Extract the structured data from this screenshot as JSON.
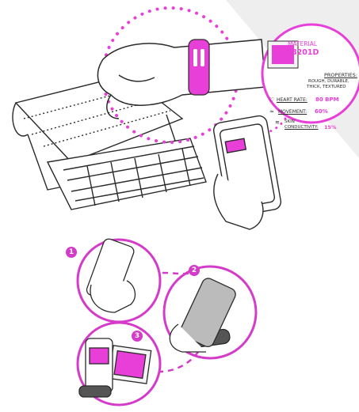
{
  "material": {
    "title_line1": "MATERIAL",
    "title_line2": "8201D"
  },
  "properties": {
    "heading": "PROPERTIES:",
    "line1": "ROUGH, DURABLE,",
    "line2": "THICK, TEXTURED"
  },
  "metrics": [
    {
      "icon": "heart-icon",
      "label": "HEART RATE:",
      "value": "80 BPM"
    },
    {
      "icon": "movement-icon",
      "label": "MOVEMENT:",
      "value": "60%"
    },
    {
      "icon": "skin-icon",
      "label_line1": "SKIN",
      "label_line2": "CONDUCTIVITY:",
      "value": "15%"
    }
  ],
  "steps": [
    {
      "number": "1"
    },
    {
      "number": "2"
    },
    {
      "number": "3"
    }
  ],
  "colors": {
    "accent": "#e83fd8",
    "ink": "#2a2a2a",
    "pale": "#eeeeee"
  }
}
